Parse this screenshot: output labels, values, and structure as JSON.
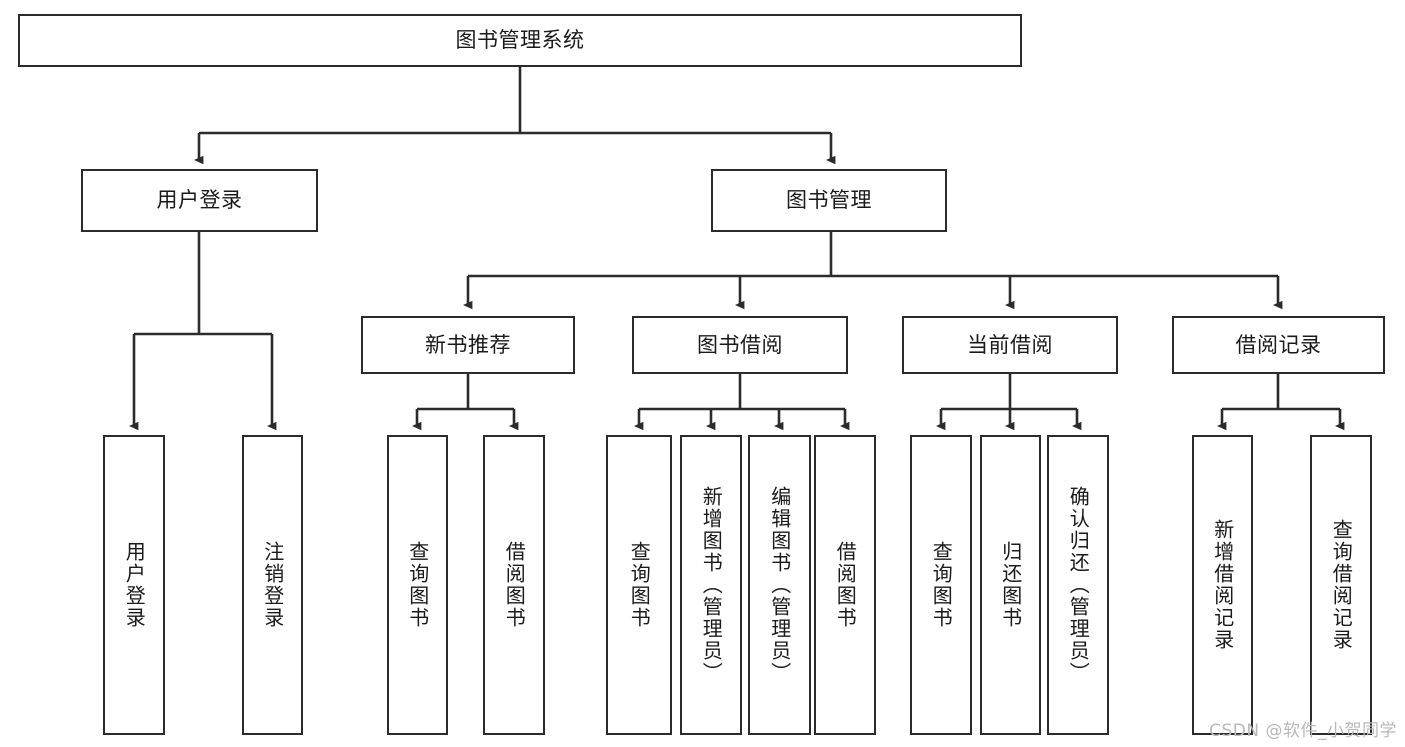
{
  "diagram": {
    "title": "图书管理系统",
    "type": "hierarchy-tree",
    "watermark": "CSDN @软件_小贺同学",
    "colors": {
      "stroke": "#2b2b2b",
      "fill": "#ffffff",
      "text": "#1a1a1a",
      "watermark": "#b9b9b9"
    },
    "levels": {
      "root": {
        "label": "图书管理系统"
      },
      "level2": [
        {
          "id": "user-login",
          "label": "用户登录"
        },
        {
          "id": "book-management",
          "label": "图书管理"
        }
      ],
      "level3": [
        {
          "id": "new-book-recommend",
          "label": "新书推荐",
          "parent": "book-management"
        },
        {
          "id": "book-borrow",
          "label": "图书借阅",
          "parent": "book-management"
        },
        {
          "id": "current-borrow",
          "label": "当前借阅",
          "parent": "book-management"
        },
        {
          "id": "borrow-record",
          "label": "借阅记录",
          "parent": "book-management"
        }
      ],
      "leaves": [
        {
          "id": "leaf-user-login",
          "label": "用户登录",
          "parent": "user-login"
        },
        {
          "id": "leaf-logout-login",
          "label": "注销登录",
          "parent": "user-login"
        },
        {
          "id": "leaf-query-book-1",
          "label": "查询图书",
          "parent": "new-book-recommend"
        },
        {
          "id": "leaf-borrow-book-1",
          "label": "借阅图书",
          "parent": "new-book-recommend"
        },
        {
          "id": "leaf-query-book-2",
          "label": "查询图书",
          "parent": "book-borrow"
        },
        {
          "id": "leaf-add-book",
          "label": "新增图书（管理员）",
          "parent": "book-borrow"
        },
        {
          "id": "leaf-edit-book",
          "label": "编辑图书（管理员）",
          "parent": "book-borrow"
        },
        {
          "id": "leaf-borrow-book-2",
          "label": "借阅图书",
          "parent": "book-borrow"
        },
        {
          "id": "leaf-query-book-3",
          "label": "查询图书",
          "parent": "current-borrow"
        },
        {
          "id": "leaf-return-book",
          "label": "归还图书",
          "parent": "current-borrow"
        },
        {
          "id": "leaf-confirm-return",
          "label": "确认归还（管理员）",
          "parent": "current-borrow"
        },
        {
          "id": "leaf-add-record",
          "label": "新增借阅记录",
          "parent": "borrow-record"
        },
        {
          "id": "leaf-query-record",
          "label": "查询借阅记录",
          "parent": "borrow-record"
        }
      ]
    }
  }
}
